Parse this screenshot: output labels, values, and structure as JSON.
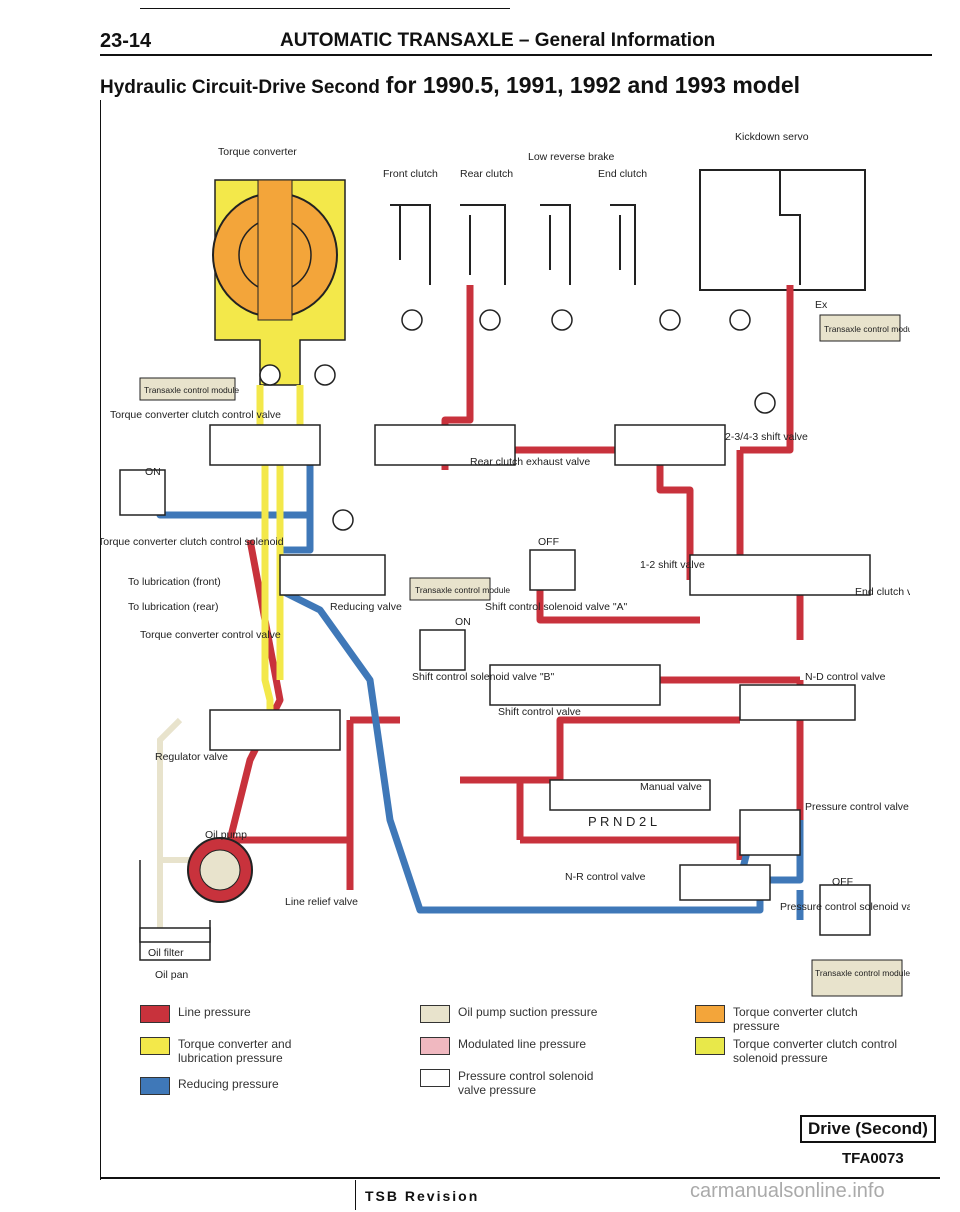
{
  "header": {
    "page_number": "23-14",
    "title": "AUTOMATIC TRANSAXLE – General Information"
  },
  "subtitle": {
    "lead": "Hydraulic Circuit-Drive Second",
    "emphasis": "for 1990.5, 1991, 1992 and 1993 model"
  },
  "colors": {
    "line_pressure": "#c8323c",
    "torque_converter_lubrication": "#f3e84a",
    "reducing_pressure": "#3f78b8",
    "oil_pump_suction": "#e8e3cc",
    "modulated_line": "#f0b8c0",
    "pressure_control_solenoid": "#ffffff",
    "tcc_clutch_pressure": "#f3a53a",
    "tcc_solenoid_pressure": "#e8e84a"
  },
  "diagram": {
    "labels": {
      "torque_converter_top": "Torque converter",
      "front_clutch": "Front clutch",
      "rear_clutch": "Rear clutch",
      "low_reverse_brake": "Low reverse brake",
      "end_clutch": "End clutch",
      "kickdown_servo": "Kickdown servo",
      "tcm_right": "Transaxle control module",
      "tcm_left": "Transaxle control module",
      "tcc_control_valve": "Torque converter clutch control valve",
      "on_left": "ON",
      "tcc_solenoid": "Torque converter clutch control solenoid",
      "lub_front": "To lubrication (front)",
      "lub_rear": "To lubrication (rear)",
      "tc_control_valve": "Torque converter control valve",
      "regulator_valve": "Regulator valve",
      "oil_pump": "Oil pump",
      "oil_filter": "Oil filter",
      "oil_pan": "Oil pan",
      "line_relief_valve": "Line relief valve",
      "reducing_valve": "Reducing valve",
      "rear_clutch_exhaust": "Rear clutch exhaust valve",
      "shift_2343": "2-3/4-3 shift valve",
      "off_top": "OFF",
      "tcm_mid": "Transaxle control module",
      "on_mid": "ON",
      "shift_solenoid_a": "Shift control solenoid valve \"A\"",
      "shift_solenoid_b": "Shift control solenoid valve \"B\"",
      "shift_control_valve": "Shift control valve",
      "shift_12": "1-2 shift valve",
      "end_clutch_valve": "End clutch valve",
      "nd_control": "N-D control valve",
      "manual_valve": "Manual valve",
      "prnd": "P R N D 2 L",
      "pressure_control_valve": "Pressure control valve",
      "pressure_control_solenoid": "Pressure control solenoid valve",
      "off_bottom": "OFF",
      "nr_control": "N-R control valve",
      "tcm_bottom": "Transaxle control module",
      "ex": "Ex"
    }
  },
  "legend": {
    "items": [
      {
        "key": "line_pressure",
        "label": "Line pressure"
      },
      {
        "key": "torque_converter_lubrication",
        "label": "Torque converter and lubrication pressure"
      },
      {
        "key": "reducing_pressure",
        "label": "Reducing pressure"
      },
      {
        "key": "oil_pump_suction",
        "label": "Oil pump suction pressure"
      },
      {
        "key": "modulated_line",
        "label": "Modulated line pressure"
      },
      {
        "key": "pressure_control_solenoid",
        "label": "Pressure control solenoid valve pressure"
      },
      {
        "key": "tcc_clutch_pressure",
        "label": "Torque converter clutch pressure"
      },
      {
        "key": "tcc_solenoid_pressure",
        "label": "Torque converter clutch control solenoid pressure"
      }
    ]
  },
  "badge": "Drive (Second)",
  "figure_id": "TFA0073",
  "footer": {
    "tsb": "TSB Revision",
    "watermark": "carmanualsonline.info"
  }
}
